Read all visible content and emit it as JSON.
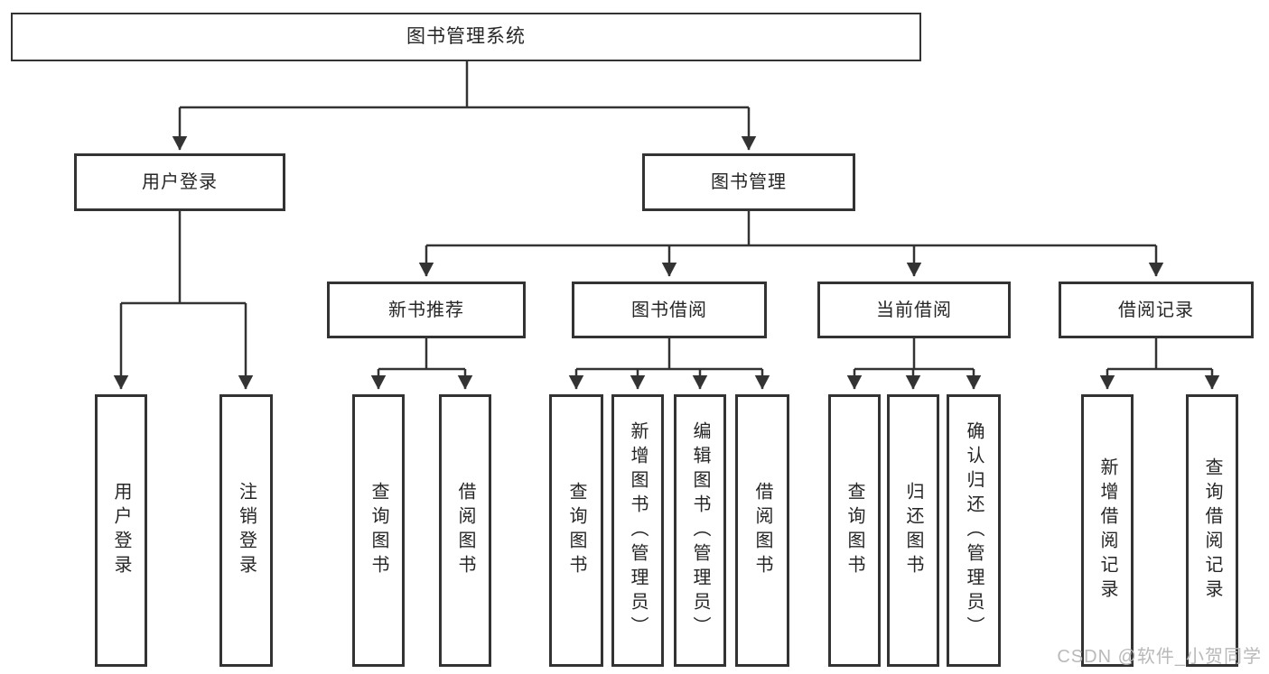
{
  "colors": {
    "background": "#ffffff",
    "box_background": "#ffffff",
    "line": "#333333",
    "text": "#262626",
    "watermark": "#b9b9b9"
  },
  "watermark": {
    "text": "CSDN @软件_小贺同学"
  },
  "tree": {
    "root": {
      "label": "图书管理系统",
      "children": [
        {
          "label": "用户登录",
          "children": [
            {
              "label": "用户登录"
            },
            {
              "label": "注销登录"
            }
          ]
        },
        {
          "label": "图书管理",
          "children": [
            {
              "label": "新书推荐",
              "children": [
                {
                  "label": "查询图书"
                },
                {
                  "label": "借阅图书"
                }
              ]
            },
            {
              "label": "图书借阅",
              "children": [
                {
                  "label": "查询图书"
                },
                {
                  "label": "新增图书（管理员）"
                },
                {
                  "label": "编辑图书（管理员）"
                },
                {
                  "label": "借阅图书"
                }
              ]
            },
            {
              "label": "当前借阅",
              "children": [
                {
                  "label": "查询图书"
                },
                {
                  "label": "归还图书"
                },
                {
                  "label": "确认归还（管理员）"
                }
              ]
            },
            {
              "label": "借阅记录",
              "children": [
                {
                  "label": "新增借阅记录"
                },
                {
                  "label": "查询借阅记录"
                }
              ]
            }
          ]
        }
      ]
    }
  }
}
